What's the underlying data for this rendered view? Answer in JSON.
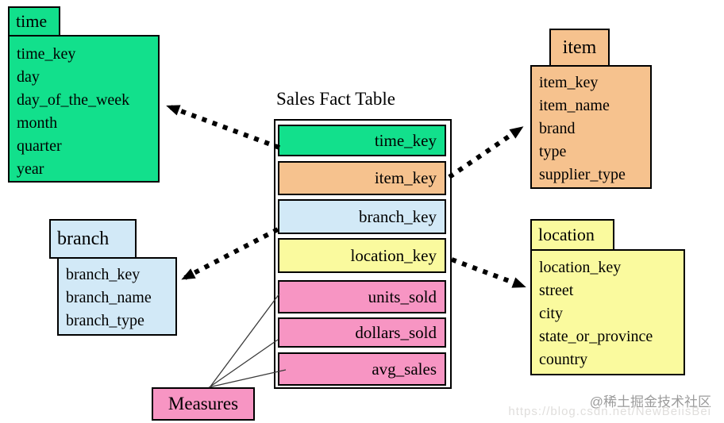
{
  "title": "Sales Fact Table",
  "colors": {
    "green": "#12E08C",
    "orange": "#F6C28E",
    "blue": "#D2E9F7",
    "yellow": "#FAFA9E",
    "pink": "#F795C3",
    "border": "#000000"
  },
  "dimensions": {
    "time": {
      "label": "time",
      "fields": [
        "time_key",
        "day",
        "day_of_the_week",
        "month",
        "quarter",
        "year"
      ]
    },
    "item": {
      "label": "item",
      "fields": [
        "item_key",
        "item_name",
        "brand",
        "type",
        "supplier_type"
      ]
    },
    "branch": {
      "label": "branch",
      "fields": [
        "branch_key",
        "branch_name",
        "branch_type"
      ]
    },
    "location": {
      "label": "location",
      "fields": [
        "location_key",
        "street",
        "city",
        "state_or_province",
        "country"
      ]
    }
  },
  "fact_table": {
    "rows": [
      {
        "label": "time_key",
        "color": "#12E08C"
      },
      {
        "label": "item_key",
        "color": "#F6C28E"
      },
      {
        "label": "branch_key",
        "color": "#D2E9F7"
      },
      {
        "label": "location_key",
        "color": "#FAFA9E"
      },
      {
        "label": "units_sold",
        "color": "#F795C3"
      },
      {
        "label": "dollars_sold",
        "color": "#F795C3"
      },
      {
        "label": "avg_sales",
        "color": "#F795C3"
      }
    ]
  },
  "measures": {
    "label": "Measures"
  },
  "watermark": {
    "text": "@稀土掘金技术社区",
    "url": "https://blog.csdn.net/NewBeiisBei"
  }
}
